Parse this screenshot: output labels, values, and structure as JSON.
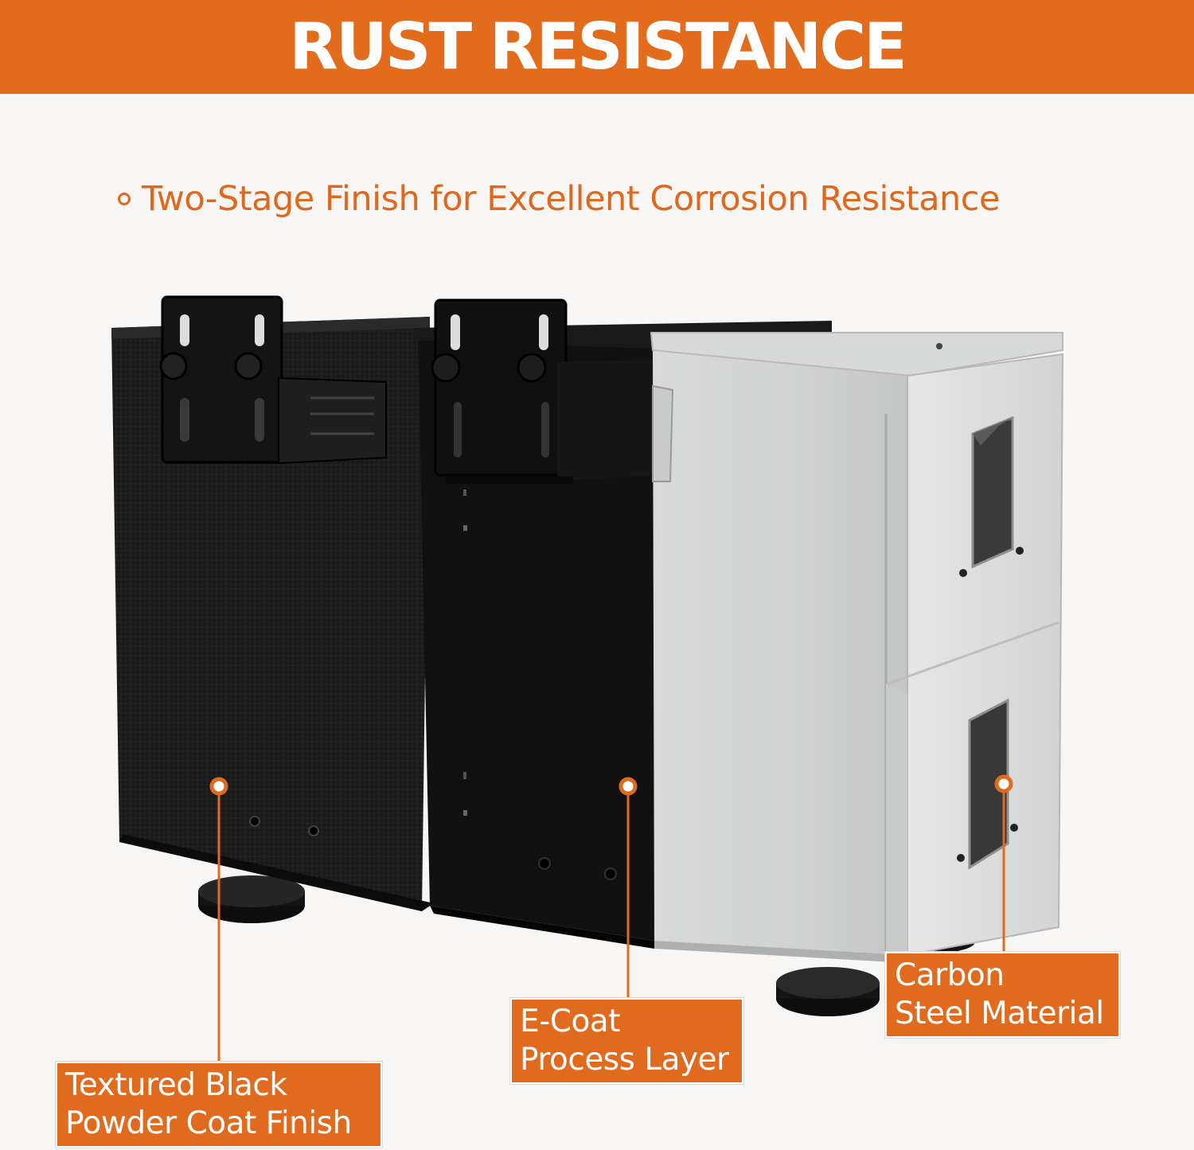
{
  "header": {
    "title": "RUST RESISTANCE"
  },
  "subtitle": {
    "text": "Two-Stage Finish for Excellent Corrosion Resistance"
  },
  "callouts": {
    "powder": {
      "line1": "Textured Black",
      "line2": "Powder Coat Finish"
    },
    "ecoat": {
      "line1": "E-Coat",
      "line2": "Process Layer"
    },
    "steel": {
      "line1": "Carbon",
      "line2": "Steel Material"
    }
  },
  "colors": {
    "accent": "#e26b1c",
    "background": "#f7f6f4",
    "powder": "#1b1b1b",
    "ecoat": "#101010",
    "steel": "#cfd0d0"
  }
}
